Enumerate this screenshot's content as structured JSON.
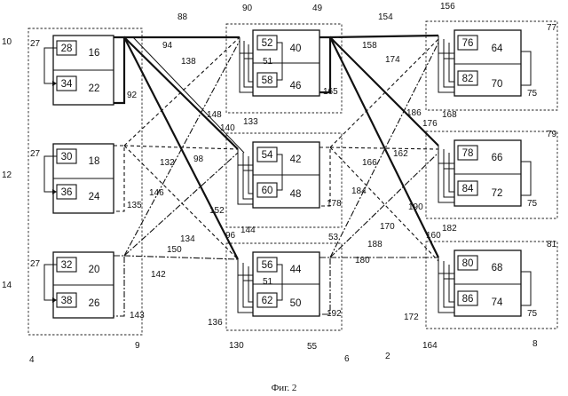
{
  "caption": "Фиг. 2",
  "blocks": [
    {
      "name": "block-10",
      "upper": "16",
      "lower": "22",
      "top_box": "28",
      "bot_box": "34"
    },
    {
      "name": "block-12",
      "upper": "18",
      "lower": "24",
      "top_box": "30",
      "bot_box": "36"
    },
    {
      "name": "block-14",
      "upper": "20",
      "lower": "26",
      "top_box": "32",
      "bot_box": "38"
    },
    {
      "name": "block-49",
      "upper": "40",
      "lower": "46",
      "top_box": "52",
      "bot_box": "58"
    },
    {
      "name": "block-53",
      "upper": "42",
      "lower": "48",
      "top_box": "54",
      "bot_box": "60"
    },
    {
      "name": "block-55",
      "upper": "44",
      "lower": "50",
      "top_box": "56",
      "bot_box": "62"
    },
    {
      "name": "block-77",
      "upper": "64",
      "lower": "70",
      "top_box": "76",
      "bot_box": "82"
    },
    {
      "name": "block-79",
      "upper": "66",
      "lower": "72",
      "top_box": "78",
      "bot_box": "84"
    },
    {
      "name": "block-81",
      "upper": "68",
      "lower": "74",
      "top_box": "80",
      "bot_box": "86"
    }
  ],
  "labels": [
    "10",
    "27",
    "12",
    "27",
    "14",
    "27",
    "4",
    "9",
    "88",
    "94",
    "138",
    "92",
    "132",
    "98",
    "146",
    "135",
    "134",
    "150",
    "142",
    "143",
    "90",
    "49",
    "133",
    "51",
    "148",
    "140",
    "165",
    "178",
    "152",
    "96",
    "144",
    "53",
    "51",
    "136",
    "130",
    "55",
    "6",
    "192",
    "154",
    "156",
    "77",
    "158",
    "174",
    "186",
    "176",
    "168",
    "166",
    "162",
    "184",
    "79",
    "190",
    "160",
    "182",
    "170",
    "188",
    "180",
    "172",
    "164",
    "75",
    "75",
    "75",
    "81",
    "2",
    "8"
  ]
}
